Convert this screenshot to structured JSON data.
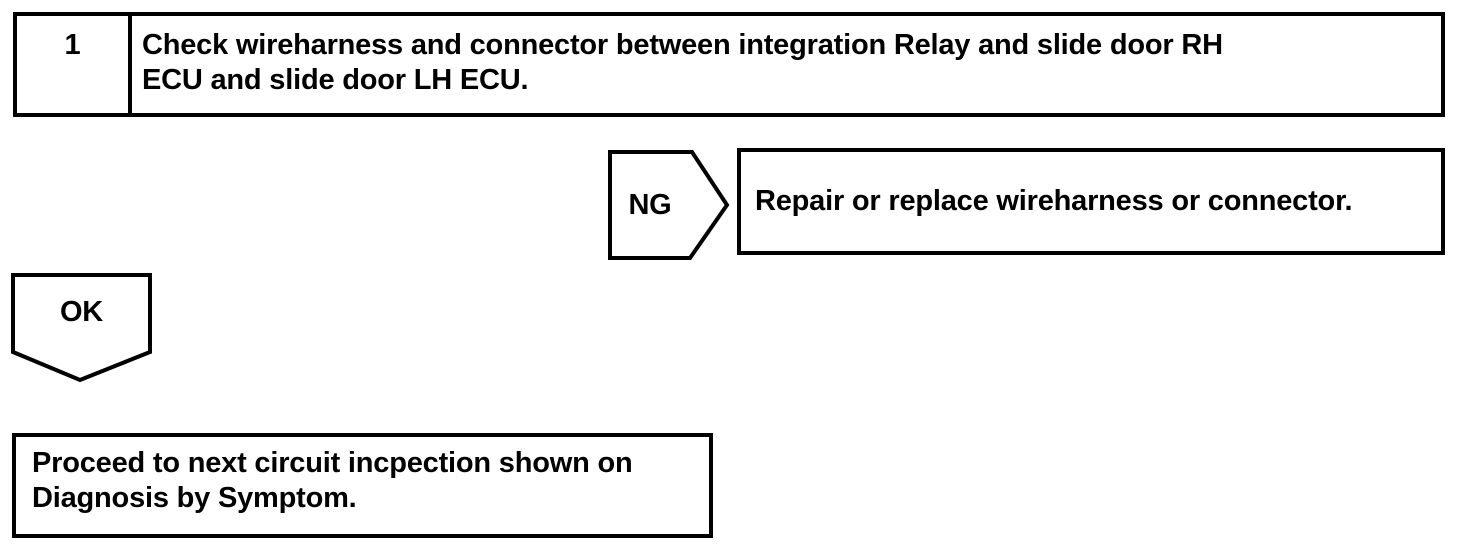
{
  "flowchart": {
    "step": {
      "number": "1",
      "line1": "Check wireharness and connector between integration Relay and slide door RH",
      "line2": "ECU and slide door LH ECU."
    },
    "ng_branch": {
      "label": "NG",
      "result": "Repair or replace wireharness or connector."
    },
    "ok_branch": {
      "label": "OK",
      "result_line1": "Proceed to next circuit incpection shown on",
      "result_line2": "Diagnosis by Symptom."
    },
    "colors": {
      "ink": "#000000",
      "paper": "#ffffff"
    }
  }
}
